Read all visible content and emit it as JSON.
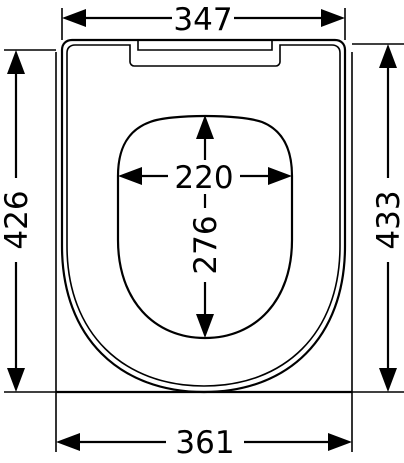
{
  "dimensions": {
    "top_width": "347",
    "bottom_width": "361",
    "left_height": "426",
    "right_height": "433",
    "opening_width": "220",
    "opening_height": "276"
  }
}
